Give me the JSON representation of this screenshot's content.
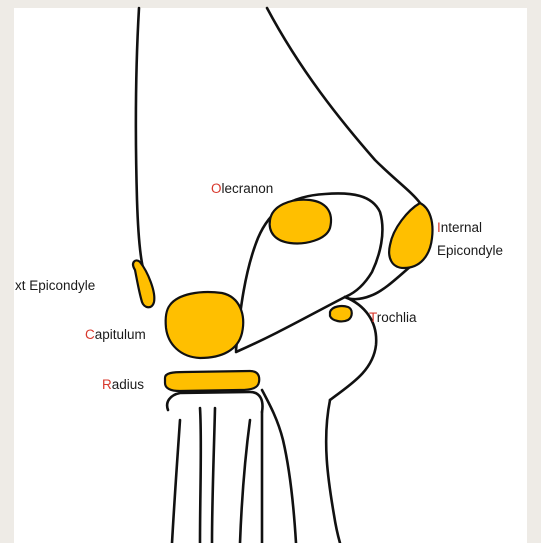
{
  "colors": {
    "background": "#eeebe6",
    "panel": "#ffffff",
    "ossification_center": "#ffbf00",
    "outline": "#111111",
    "label_initial": "#d8382c",
    "label_text": "#1a1a1a"
  },
  "labels": {
    "olecranon": {
      "initial": "O",
      "rest": "lecranon"
    },
    "internal_epicondyle": {
      "initial": "I",
      "rest": "nternal",
      "line2": "Epicondyle"
    },
    "ext_epicondyle": {
      "initial": "",
      "rest": "xt Epicondyle"
    },
    "capitulum": {
      "initial": "C",
      "rest": "apitulum"
    },
    "trochlia": {
      "initial": "T",
      "rest": "rochlia"
    },
    "radius": {
      "initial": "R",
      "rest": "adius"
    }
  }
}
